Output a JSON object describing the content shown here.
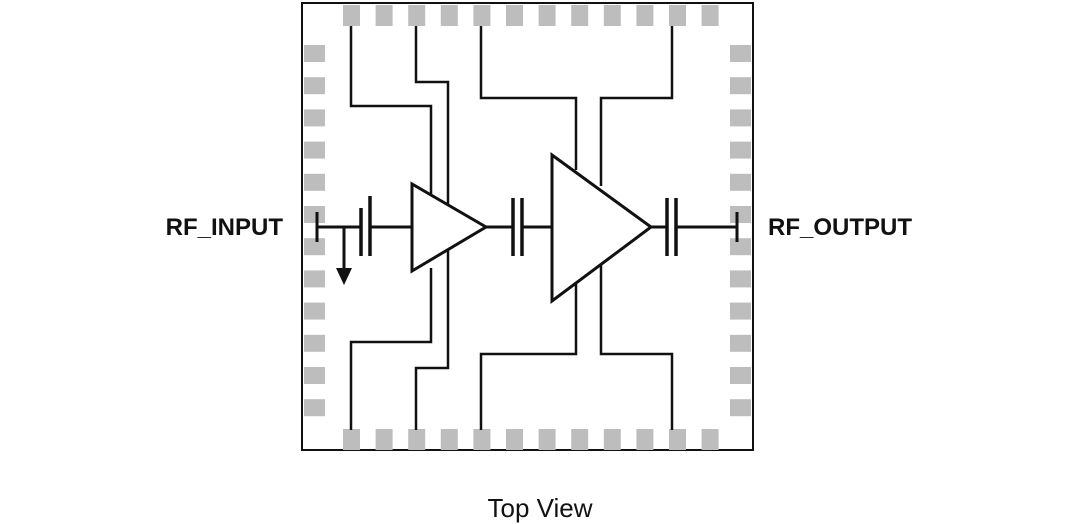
{
  "diagram": {
    "left_label": "RF_INPUT",
    "right_label": "RF_OUTPUT",
    "caption": "Top View",
    "colors": {
      "pad": "#bdbdbd",
      "line": "#111111",
      "background": "#ffffff"
    }
  }
}
